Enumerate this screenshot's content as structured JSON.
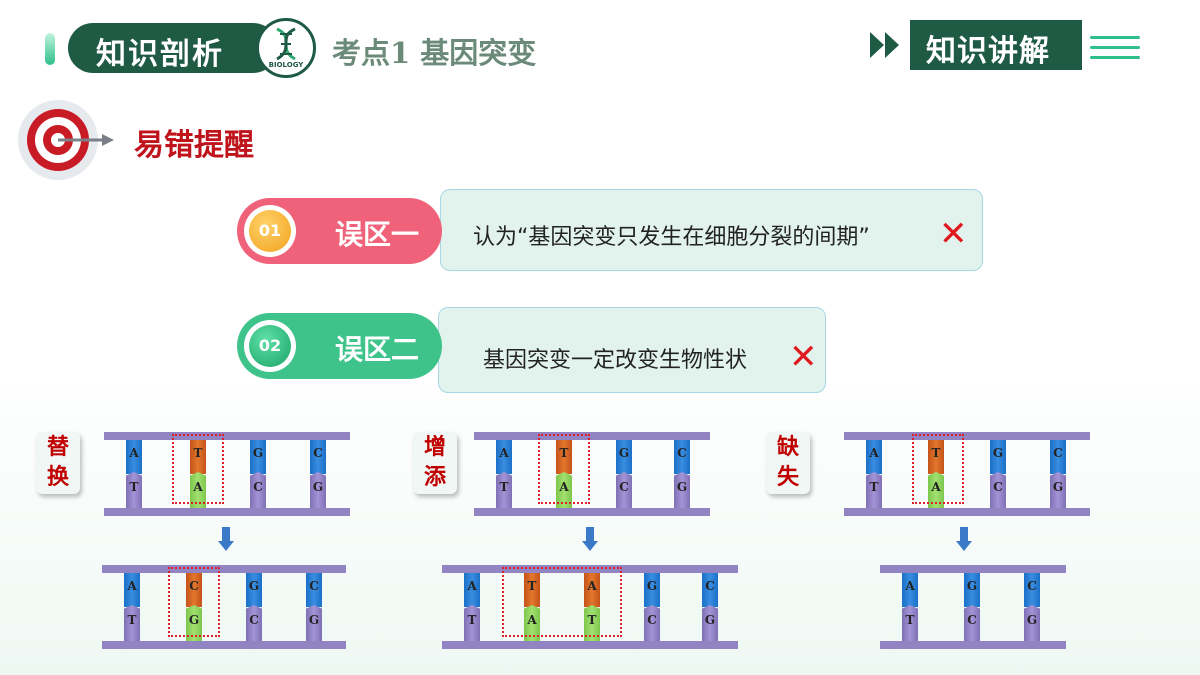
{
  "header": {
    "section_label": "知识剖析",
    "biology_badge": "BIOLOGY",
    "topic": "考点1 基因突变",
    "explain_label": "知识讲解"
  },
  "error_section": {
    "title": "易错提醒",
    "items": [
      {
        "num": "01",
        "label": "误区一",
        "text": "认为“基因突变只发生在细胞分裂的间期”",
        "mark": "✕"
      },
      {
        "num": "02",
        "label": "误区二",
        "text": "基因突变一定改变生物性状",
        "mark": "✕"
      }
    ]
  },
  "mutations": {
    "substitution": {
      "c1": "替",
      "c2": "换"
    },
    "addition": {
      "c1": "增",
      "c2": "添"
    },
    "deletion": {
      "c1": "缺",
      "c2": "失"
    },
    "bases": {
      "A": "A",
      "T": "T",
      "G": "G",
      "C": "C"
    }
  },
  "colors": {
    "dark_green": "#1f5a45",
    "red_badge": "#f0617a",
    "green_badge": "#3ec38a",
    "error_red": "#c0141c",
    "rail": "#9284c2"
  }
}
